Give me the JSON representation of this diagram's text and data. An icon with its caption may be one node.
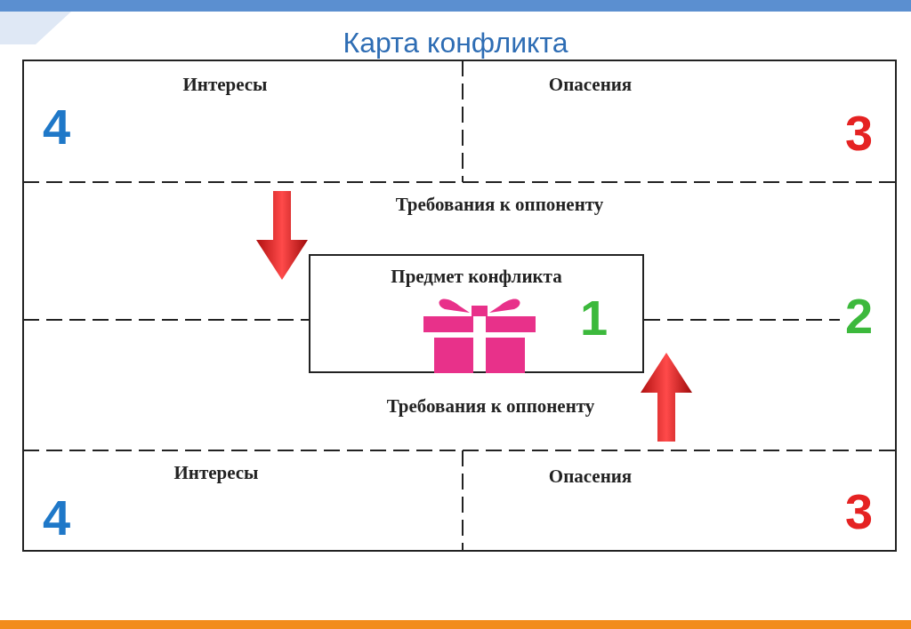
{
  "diagram": {
    "title": "Карта конфликта",
    "nodes": [
      {
        "text": [
          "Интересы"
        ]
      },
      {
        "text": [
          "Опасения"
        ]
      },
      {
        "text": [
          "Требования к оппоненту"
        ]
      },
      {
        "text": [
          "Предмет конфликта",
          "1"
        ]
      },
      {
        "text": [
          "Требования к оппоненту"
        ]
      },
      {
        "text": [
          "Интересы"
        ]
      },
      {
        "text": [
          "Опасения"
        ]
      }
    ],
    "edges": [],
    "labels": [
      "4",
      "3",
      "2",
      "4",
      "3"
    ]
  }
}
